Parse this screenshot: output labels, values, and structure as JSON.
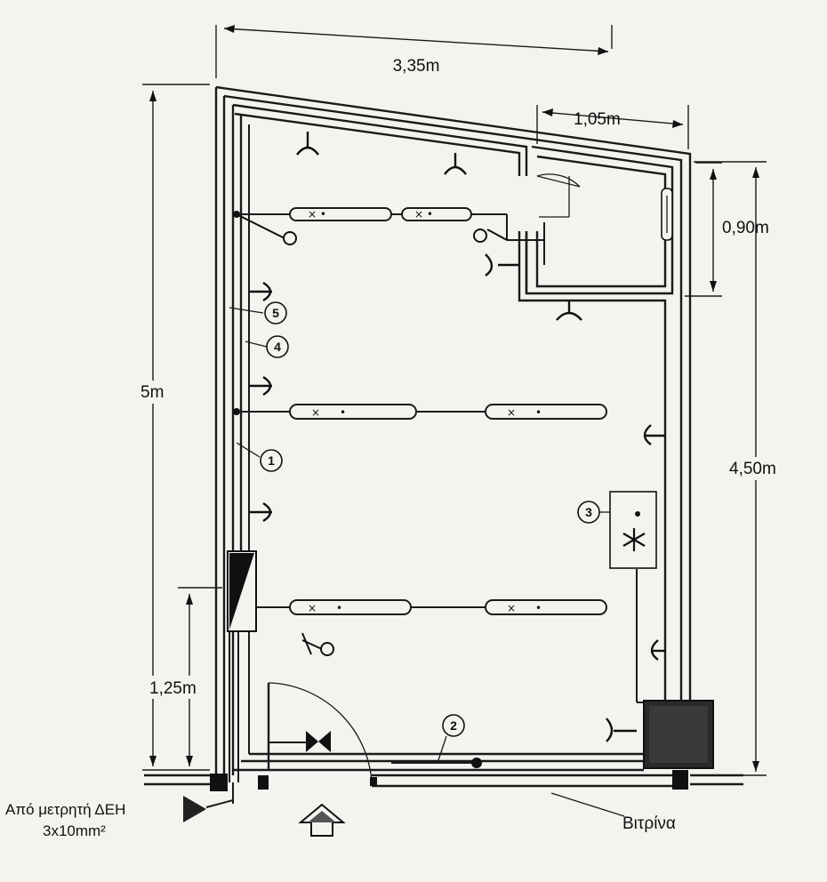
{
  "dimensions": {
    "width_total": "3,35m",
    "room_width": "1,05m",
    "room_depth": "0,90m",
    "height_total": "5m",
    "height_right": "4,50m",
    "panel_height": "1,25m"
  },
  "callouts": [
    "1",
    "2",
    "3",
    "4",
    "5"
  ],
  "supply": {
    "line1": "Από μετρητή ΔΕΗ",
    "line2": "3x10mm²"
  },
  "storefront": "Βιτρίνα",
  "icons": {
    "ac_unit": "snowflake-icon",
    "entrance": "arrow-up-icon"
  }
}
